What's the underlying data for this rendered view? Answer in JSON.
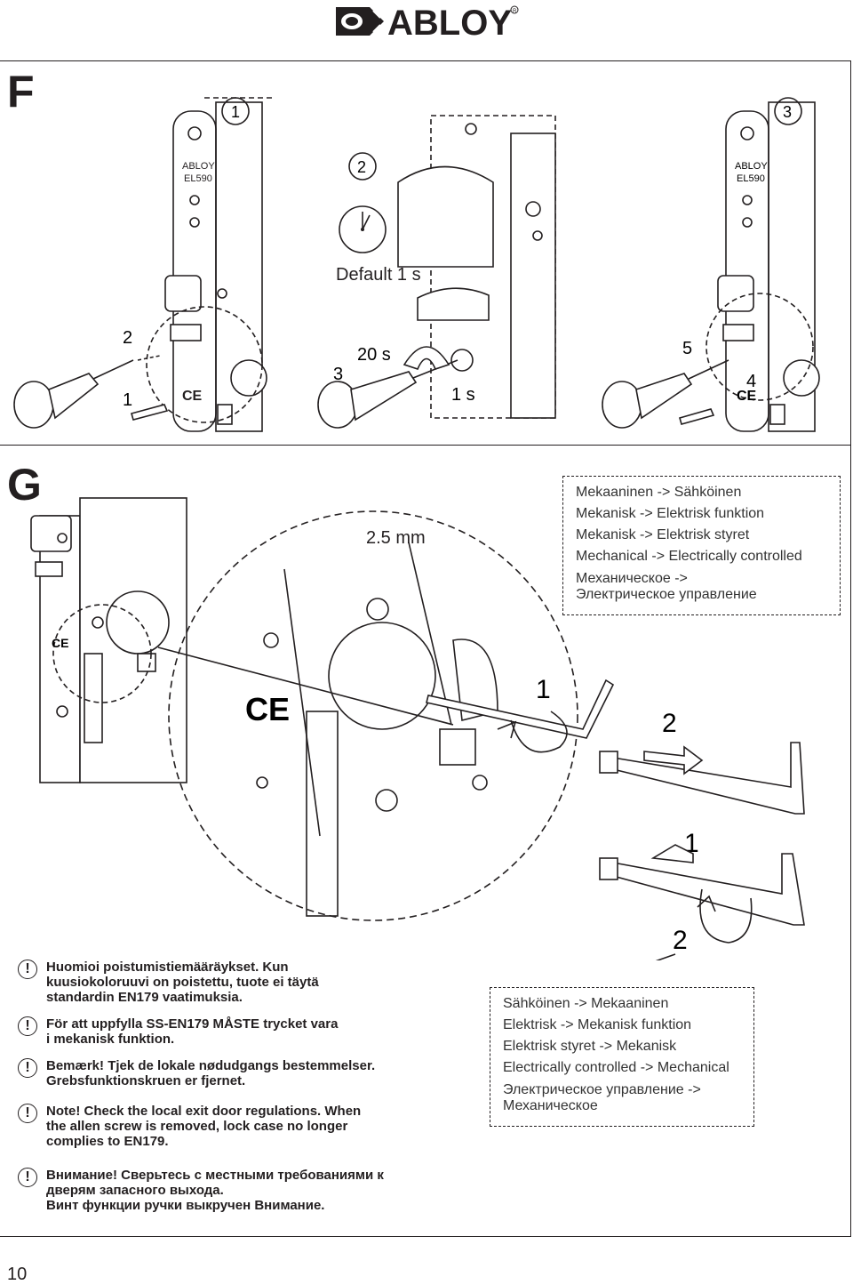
{
  "brand": "ABLOY",
  "page_number": "10",
  "section_f": {
    "letter": "F",
    "step_markers": [
      "1",
      "2",
      "3"
    ],
    "default_label": "Default 1 s",
    "time_20s": "20 s",
    "time_1s": "1 s",
    "lock_model": [
      "ABLOY",
      "EL590"
    ],
    "callouts": {
      "left_2": "2",
      "left_1": "1",
      "mid_3": "3",
      "right_5": "5",
      "right_4": "4"
    }
  },
  "section_g": {
    "letter": "G",
    "wrench_size": "2.5 mm",
    "mech_to_elec": [
      "Mekaaninen -> Sähköinen",
      "Mekanisk -> Elektrisk funktion",
      "Mekanisk -> Elektrisk styret",
      "Mechanical -> Electrically controlled",
      "Механическое ->",
      "Электрическое управление"
    ],
    "elec_to_mech": [
      "Sähköinen -> Mekaaninen",
      "Elektrisk -> Mekanisk funktion",
      "Elektrisk styret -> Mekanisk",
      "Electrically controlled -> Mechanical",
      "Электрическое управление ->",
      "Механическое"
    ],
    "callouts": {
      "upper_1": "1",
      "upper_2": "2",
      "lower_1": "1",
      "lower_2": "2"
    }
  },
  "notes": [
    {
      "icon": "!",
      "lines": [
        "Huomioi poistumistiemääräykset. Kun",
        "kuusiokoloruuvi on poistettu, tuote ei täytä",
        "standardin EN179 vaatimuksia."
      ]
    },
    {
      "icon": "!",
      "lines": [
        "För att uppfylla SS-EN179 MÅSTE trycket vara",
        "i mekanisk funktion."
      ]
    },
    {
      "icon": "!",
      "lines": [
        "Bemærk! Tjek de lokale nødudgangs bestemmelser.",
        "Grebsfunktionskruen er fjernet."
      ]
    },
    {
      "icon": "!",
      "lines": [
        "Note! Check the local exit door regulations. When",
        "the allen screw is removed, lock case no longer",
        "complies to EN179."
      ]
    },
    {
      "icon": "!",
      "lines": [
        "Внимание! Сверьтесь с местными требованиями к",
        "дверям запасного выхода.",
        "Винт функции ручки выкручен Внимание."
      ]
    }
  ]
}
